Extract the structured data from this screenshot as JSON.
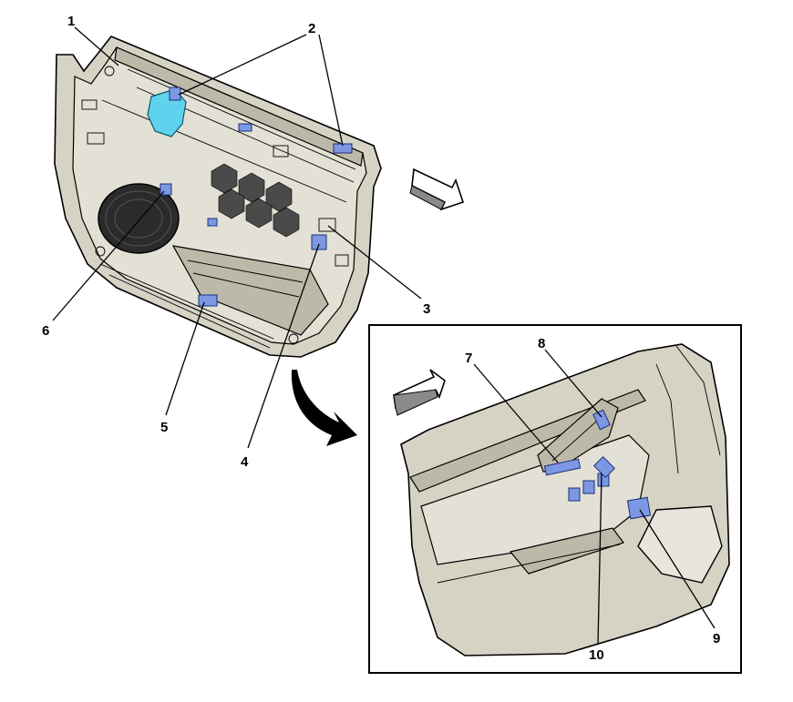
{
  "callouts": [
    {
      "id": "1",
      "label": "1"
    },
    {
      "id": "2",
      "label": "2"
    },
    {
      "id": "3",
      "label": "3"
    },
    {
      "id": "4",
      "label": "4"
    },
    {
      "id": "5",
      "label": "5"
    },
    {
      "id": "6",
      "label": "6"
    },
    {
      "id": "7",
      "label": "7"
    },
    {
      "id": "8",
      "label": "8"
    },
    {
      "id": "9",
      "label": "9"
    },
    {
      "id": "10",
      "label": "10"
    }
  ],
  "colors": {
    "panel": "#d6d3c5",
    "highlight_blue": "#7d98e3",
    "highlight_cyan": "#5fd3ee",
    "outline": "#000000"
  }
}
